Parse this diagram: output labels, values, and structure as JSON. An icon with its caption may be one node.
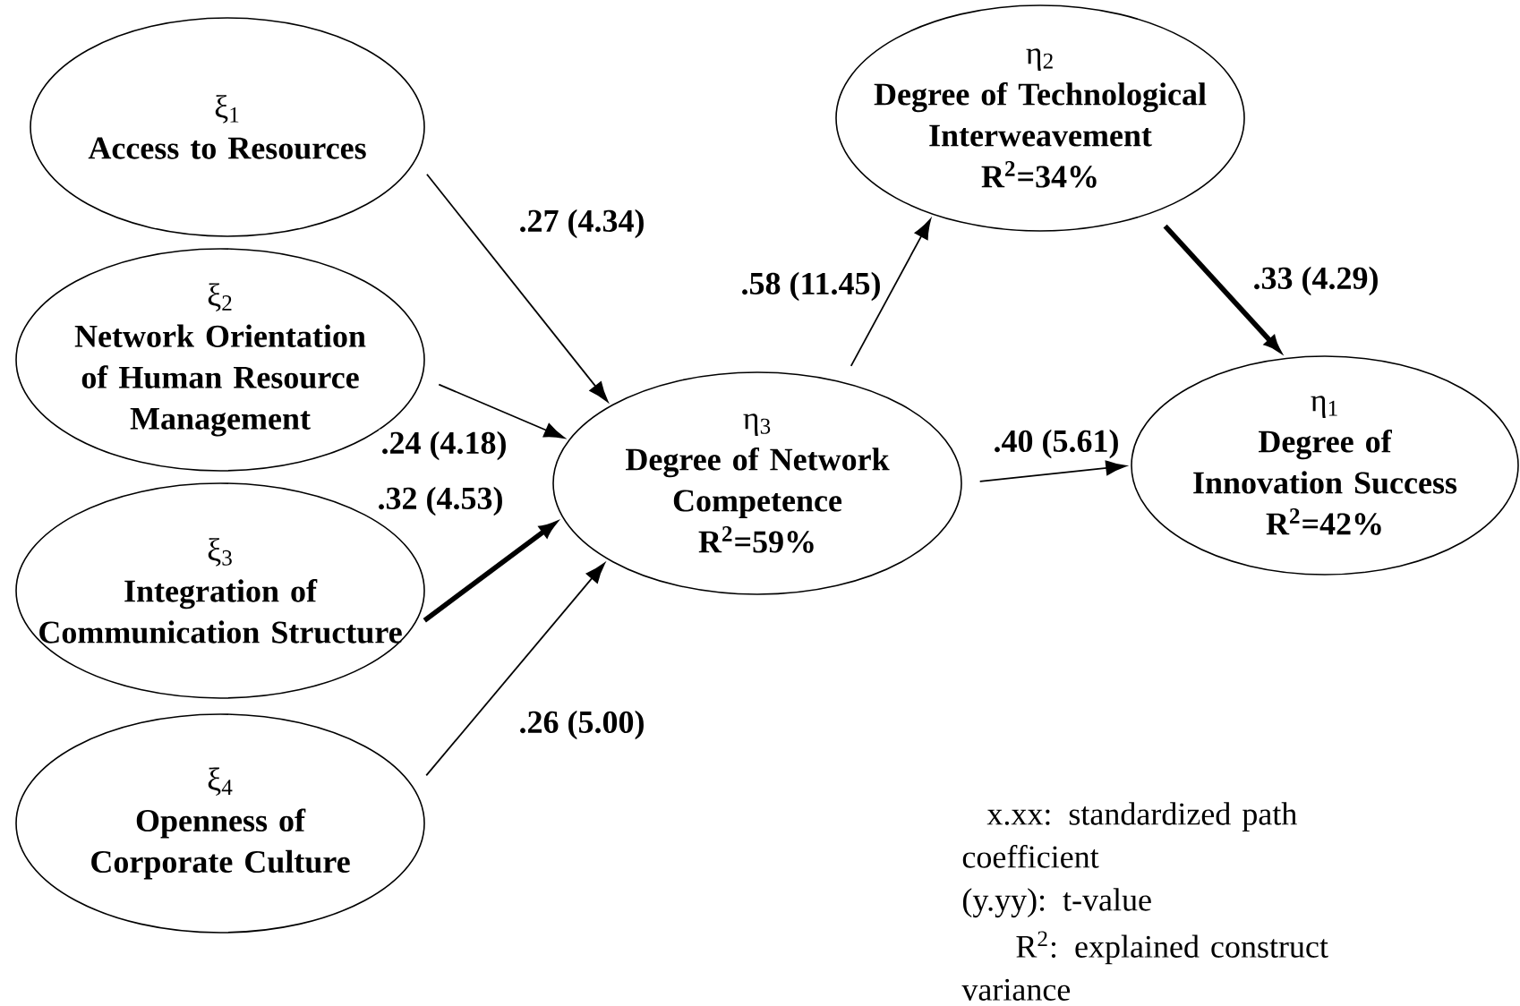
{
  "diagram": {
    "nodes": [
      {
        "text": [
          "ξ$_{1}$",
          "Access to Resources"
        ]
      },
      {
        "text": [
          "ξ$_{2}$",
          "Network Orientation of Human Resource Management"
        ]
      },
      {
        "text": [
          "ξ$_{3}$",
          "Integration of Communication Structure"
        ]
      },
      {
        "text": [
          "ξ$_{4}$",
          "Openness of Corporate Culture"
        ]
      },
      {
        "text": [
          "η$_{3}$",
          "Degree of Network Competence",
          "R$^{2}$=59%"
        ]
      },
      {
        "text": [
          "η$_{2}$",
          "Degree of Technological Interweavement",
          "R$^{2}$=34%"
        ]
      },
      {
        "text": [
          "η$_{1}$",
          "Degree of Innovation Success",
          "R$^{2}$=42%"
        ]
      }
    ],
    "edges": [
      {
        "from": 0,
        "to": 4,
        "arrow": "to",
        "label": ".27 (4.34)"
      },
      {
        "from": 1,
        "to": 4,
        "arrow": "to",
        "label": ".24 (4.18)"
      },
      {
        "from": 2,
        "to": 4,
        "arrow": "to",
        "label": ".32 (4.53)",
        "style": "thick"
      },
      {
        "from": 3,
        "to": 4,
        "arrow": "to",
        "label": ".26 (5.00)"
      },
      {
        "from": 4,
        "to": 5,
        "arrow": "to",
        "label": ".58 (11.45)"
      },
      {
        "from": 5,
        "to": 6,
        "arrow": "to",
        "label": ".33 (4.29)",
        "style": "thick"
      },
      {
        "from": 4,
        "to": 6,
        "arrow": "to",
        "label": ".40 (5.61)"
      }
    ],
    "labels": [
      "x.xx: standardized path coefficient",
      "(y.yy): t-value",
      "R$^{2}$: explained construct variance"
    ]
  }
}
